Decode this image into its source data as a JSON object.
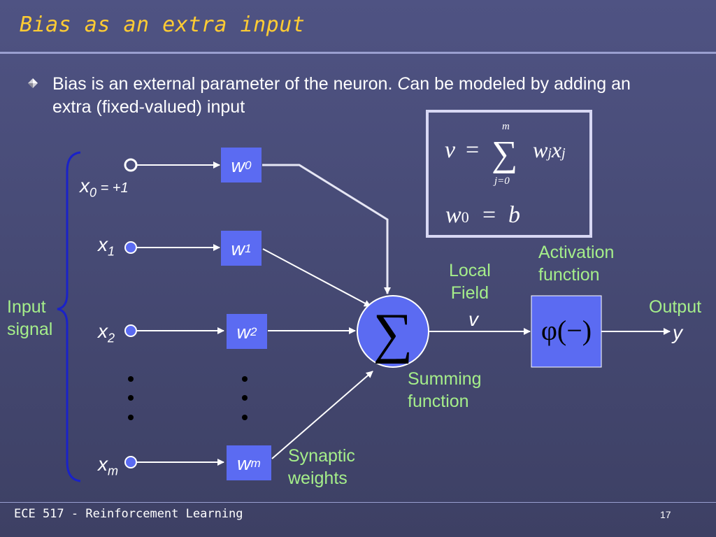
{
  "slide": {
    "title": "Bias as an extra input",
    "bullet": {
      "part1": "Bias is an external parameter of the neuron. ",
      "italic_c": "C",
      "part2": "an be modeled by adding an extra (fixed-valued) input"
    },
    "formula": {
      "line1": "v = Σ wj xj",
      "sum_upper": "m",
      "sum_lower": "j=0",
      "line2": "w0 = b"
    },
    "diagram": {
      "input_signal": [
        "Input",
        "signal"
      ],
      "inputs": [
        {
          "name": "x",
          "sub": "0",
          "suffix": " = +1"
        },
        {
          "name": "x",
          "sub": "1",
          "suffix": ""
        },
        {
          "name": "x",
          "sub": "2",
          "suffix": ""
        },
        {
          "name": "x",
          "sub": "m",
          "suffix": ""
        }
      ],
      "weights": [
        {
          "name": "w",
          "sub": "0"
        },
        {
          "name": "w",
          "sub": "1"
        },
        {
          "name": "w",
          "sub": "2"
        },
        {
          "name": "w",
          "sub": "m"
        }
      ],
      "sum_symbol": "∑",
      "local_field": [
        "Local",
        "Field"
      ],
      "local_field_var": "v",
      "activation_label": [
        "Activation",
        "function"
      ],
      "activation_symbol": "φ(−)",
      "output_label": "Output",
      "output_var": "y",
      "summing_label": [
        "Summing",
        "function"
      ],
      "synaptic_label": [
        "Synaptic",
        "weights"
      ]
    },
    "footer": {
      "course": "ECE 517 - Reinforcement Learning",
      "page": "17"
    },
    "colors": {
      "title": "#ffcc33",
      "green_label": "#a5ee8a",
      "box_fill": "#5b6bf2",
      "brace": "#1a22c8"
    }
  }
}
